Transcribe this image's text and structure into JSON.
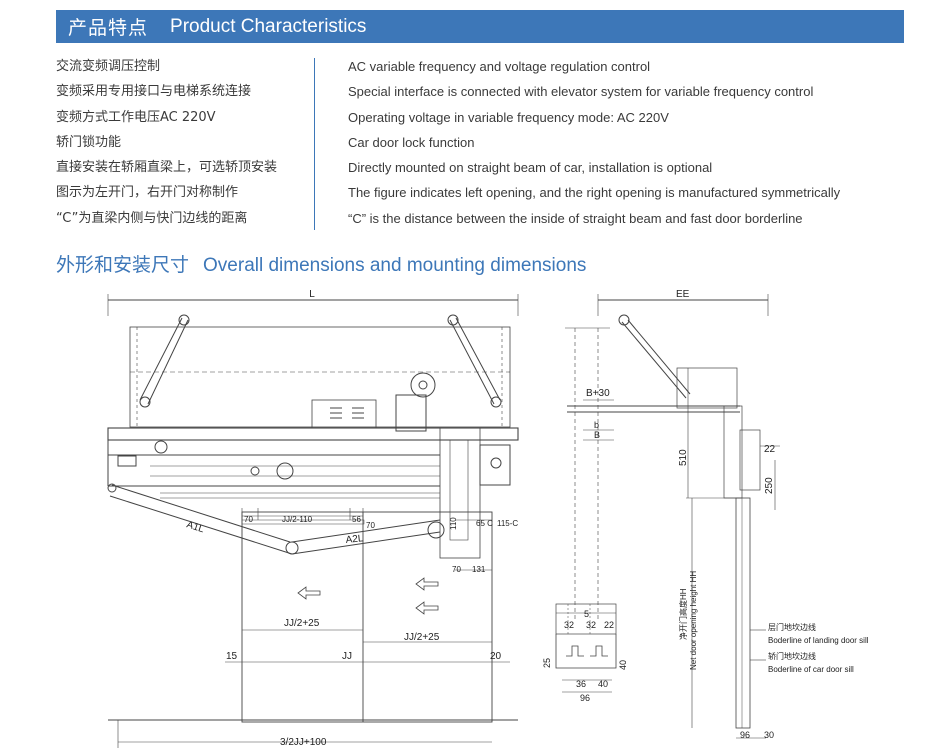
{
  "header": {
    "title_cn": "产品特点",
    "title_en": "Product Characteristics"
  },
  "characteristics": [
    {
      "cn": "交流变频调压控制",
      "en": "AC variable frequency and voltage regulation control"
    },
    {
      "cn": "变频采用专用接口与电梯系统连接",
      "en": "Special interface is connected with elevator system for variable frequency control"
    },
    {
      "cn": "变频方式工作电压AC 220V",
      "en": "Operating voltage in variable frequency mode: AC 220V"
    },
    {
      "cn": "轿门锁功能",
      "en": "Car door lock function"
    },
    {
      "cn": "直接安装在轿厢直梁上，可选轿顶安装",
      "en": "Directly mounted on straight beam of car, installation is optional"
    },
    {
      "cn": "图示为左开门，右开门对称制作",
      "en": "The figure indicates left opening, and the right opening is manufactured symmetrically"
    },
    {
      "cn": "“C”为直梁内侧与快门边线的距离",
      "en": "“C”  is the distance between the inside of straight beam and fast door borderline"
    }
  ],
  "dimensions_section": {
    "title_cn": "外形和安装尺寸",
    "title_en": "Overall dimensions and mounting dimensions"
  },
  "drawing": {
    "front": {
      "L": "L",
      "A1L": "A1L",
      "A2L": "A2L",
      "jj_2_110": "JJ/2-110",
      "d70a": "70",
      "d56": "56",
      "d70b": "70",
      "d110": "110",
      "d65c": "65 C",
      "d115c": "115-C",
      "d70c": "70",
      "d131": "131",
      "jj_2_25_left": "JJ/2+25",
      "jj_2_25_right": "JJ/2+25",
      "d15": "15",
      "jj": "JJ",
      "d20": "20",
      "jj32": "3/2JJ+100"
    },
    "side": {
      "EE": "EE",
      "B30": "B+30",
      "b": "b",
      "B": "B",
      "d510": "510",
      "d22": "22",
      "d250": "250",
      "hh_cn": "净开门高度HH",
      "hh_en": "Net door opening height HH",
      "landing_cn": "层门地坎边线",
      "landing_en": "Boderline of landing door sill",
      "car_cn": "轿门地坎边线",
      "car_en": "Boderline of car door sill",
      "d96": "96",
      "d30": "30"
    },
    "sill": {
      "d5": "5",
      "d32a": "32",
      "d32b": "32",
      "d22": "22",
      "d25": "25",
      "d40a": "40",
      "d36": "36",
      "d40b": "40",
      "d96": "96"
    }
  }
}
